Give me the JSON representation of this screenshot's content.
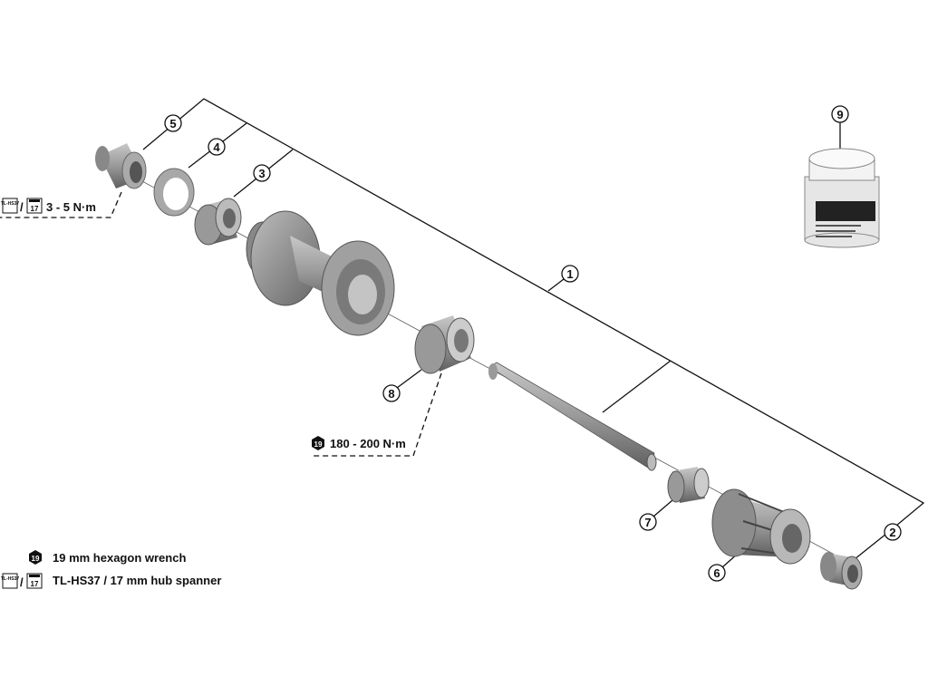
{
  "callouts": {
    "c1": "1",
    "c2": "2",
    "c3": "3",
    "c4": "4",
    "c5": "5",
    "c6": "6",
    "c7": "7",
    "c8": "8",
    "c9": "9"
  },
  "torque": {
    "lock_ring": "3 - 5 N·m",
    "freehub_nut": "180 - 200 N·m"
  },
  "tool_icons": {
    "hex": "19",
    "tl_hs37": "TL-HS37",
    "spanner": "17"
  },
  "legend": {
    "hex_wrench": "19 mm hexagon wrench",
    "hub_spanner": "TL-HS37 / 17 mm hub spanner"
  },
  "colors": {
    "line": "#111111",
    "part_light": "#b5b5b5",
    "part_dark": "#6e6e6e"
  }
}
